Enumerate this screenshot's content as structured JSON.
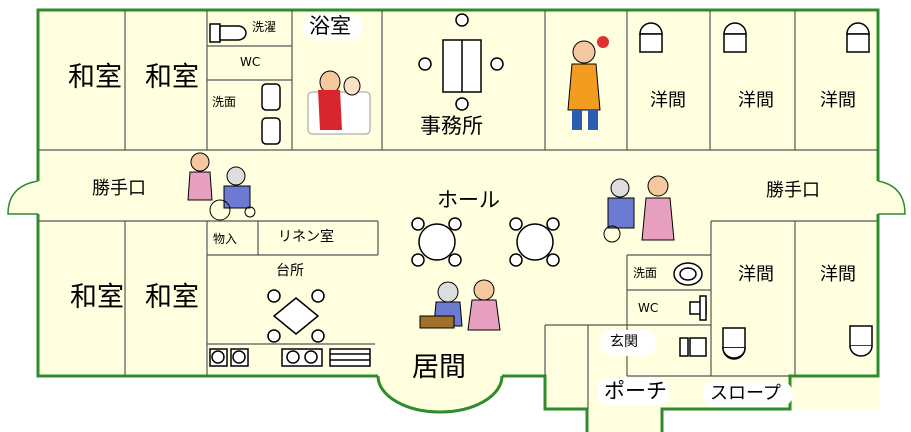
{
  "floorplan": {
    "rooms": {
      "washitsu_top_1": "和室",
      "washitsu_top_2": "和室",
      "washitsu_bottom_1": "和室",
      "washitsu_bottom_2": "和室",
      "sentaku": "洗濯",
      "wc_top": "WC",
      "senmen_top": "洗面",
      "yokushitsu": "浴室",
      "jimusho": "事務所",
      "youma_top_1": "洋間",
      "youma_top_2": "洋間",
      "youma_top_3": "洋間",
      "katteguchi_left": "勝手口",
      "katteguchi_right": "勝手口",
      "hall": "ホール",
      "monoire": "物入",
      "linen": "リネン室",
      "daidokoro": "台所",
      "ima": "居間",
      "senmen_bottom": "洗面",
      "wc_bottom": "WC",
      "genkan": "玄関",
      "porch": "ポーチ",
      "slope": "スロープ",
      "youma_bottom_1": "洋間",
      "youma_bottom_2": "洋間"
    },
    "colors": {
      "floor": "#ffffe0",
      "wall": "#2e8b2e",
      "line": "#555555"
    }
  }
}
